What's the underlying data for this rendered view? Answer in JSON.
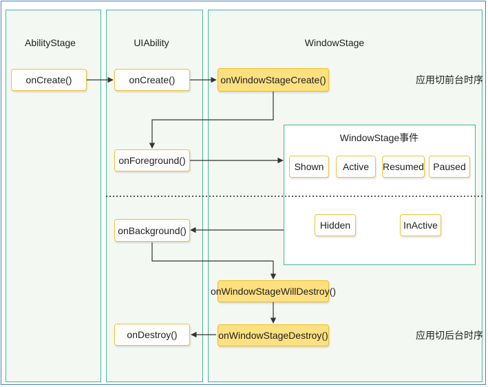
{
  "lanes": {
    "ability_stage": "AbilityStage",
    "ui_ability": "UIAbility",
    "window_stage": "WindowStage"
  },
  "nodes": {
    "stage_on_create": "onCreate()",
    "ability_on_create": "onCreate()",
    "on_foreground": "onForeground()",
    "on_background": "onBackground()",
    "on_destroy": "onDestroy()",
    "window_stage_create": "onWindowStageCreate()",
    "window_stage_will_destroy": "onWindowStageWillDestroy()",
    "window_stage_destroy": "onWindowStageDestroy()"
  },
  "events": {
    "title": "WindowStage事件",
    "items": [
      "Shown",
      "Active",
      "Resumed",
      "Paused",
      "Hidden",
      "InActive"
    ]
  },
  "notes": {
    "to_foreground": "应用切前台时序",
    "to_background": "应用切后台时序"
  },
  "colors": {
    "lane_border": "#3fb89a",
    "lane_fill": "#f3f8f2",
    "node_border": "#f2c230",
    "node_fill": "#fde080",
    "frame_border": "#4a7ebb",
    "connector": "#333333"
  }
}
